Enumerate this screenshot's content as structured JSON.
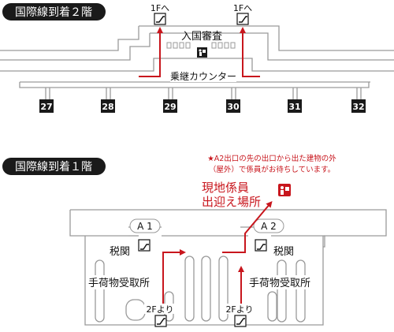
{
  "upper": {
    "title": "国際線到着２階",
    "escalator_left": "1Fへ",
    "escalator_right": "1Fへ",
    "immigration": "入国審査",
    "transfer": "乗継カウンター",
    "gates": [
      "27",
      "28",
      "29",
      "30",
      "31",
      "32"
    ]
  },
  "lower": {
    "title": "国際線到着１階",
    "note_line1": "★A2出口の先の出口から出た建物の外",
    "note_line2": "（屋外）で係員がお待ちしています。",
    "meet_line1": "現地係員",
    "meet_line2": "出迎え場所",
    "exit_a1": "A 1",
    "exit_a2": "A 2",
    "customs_left": "税関",
    "customs_right": "税関",
    "baggage_left": "手荷物受取所",
    "baggage_right": "手荷物受取所",
    "from_2f_left": "2Fより",
    "from_2f_right": "2Fより"
  },
  "colors": {
    "route": "#c8161d",
    "badge": "#1a1a1a",
    "line": "#9a9a9a"
  },
  "icons": [
    "escalator-icon",
    "immigration-icon",
    "customs-icon",
    "meeting-person-icon"
  ]
}
